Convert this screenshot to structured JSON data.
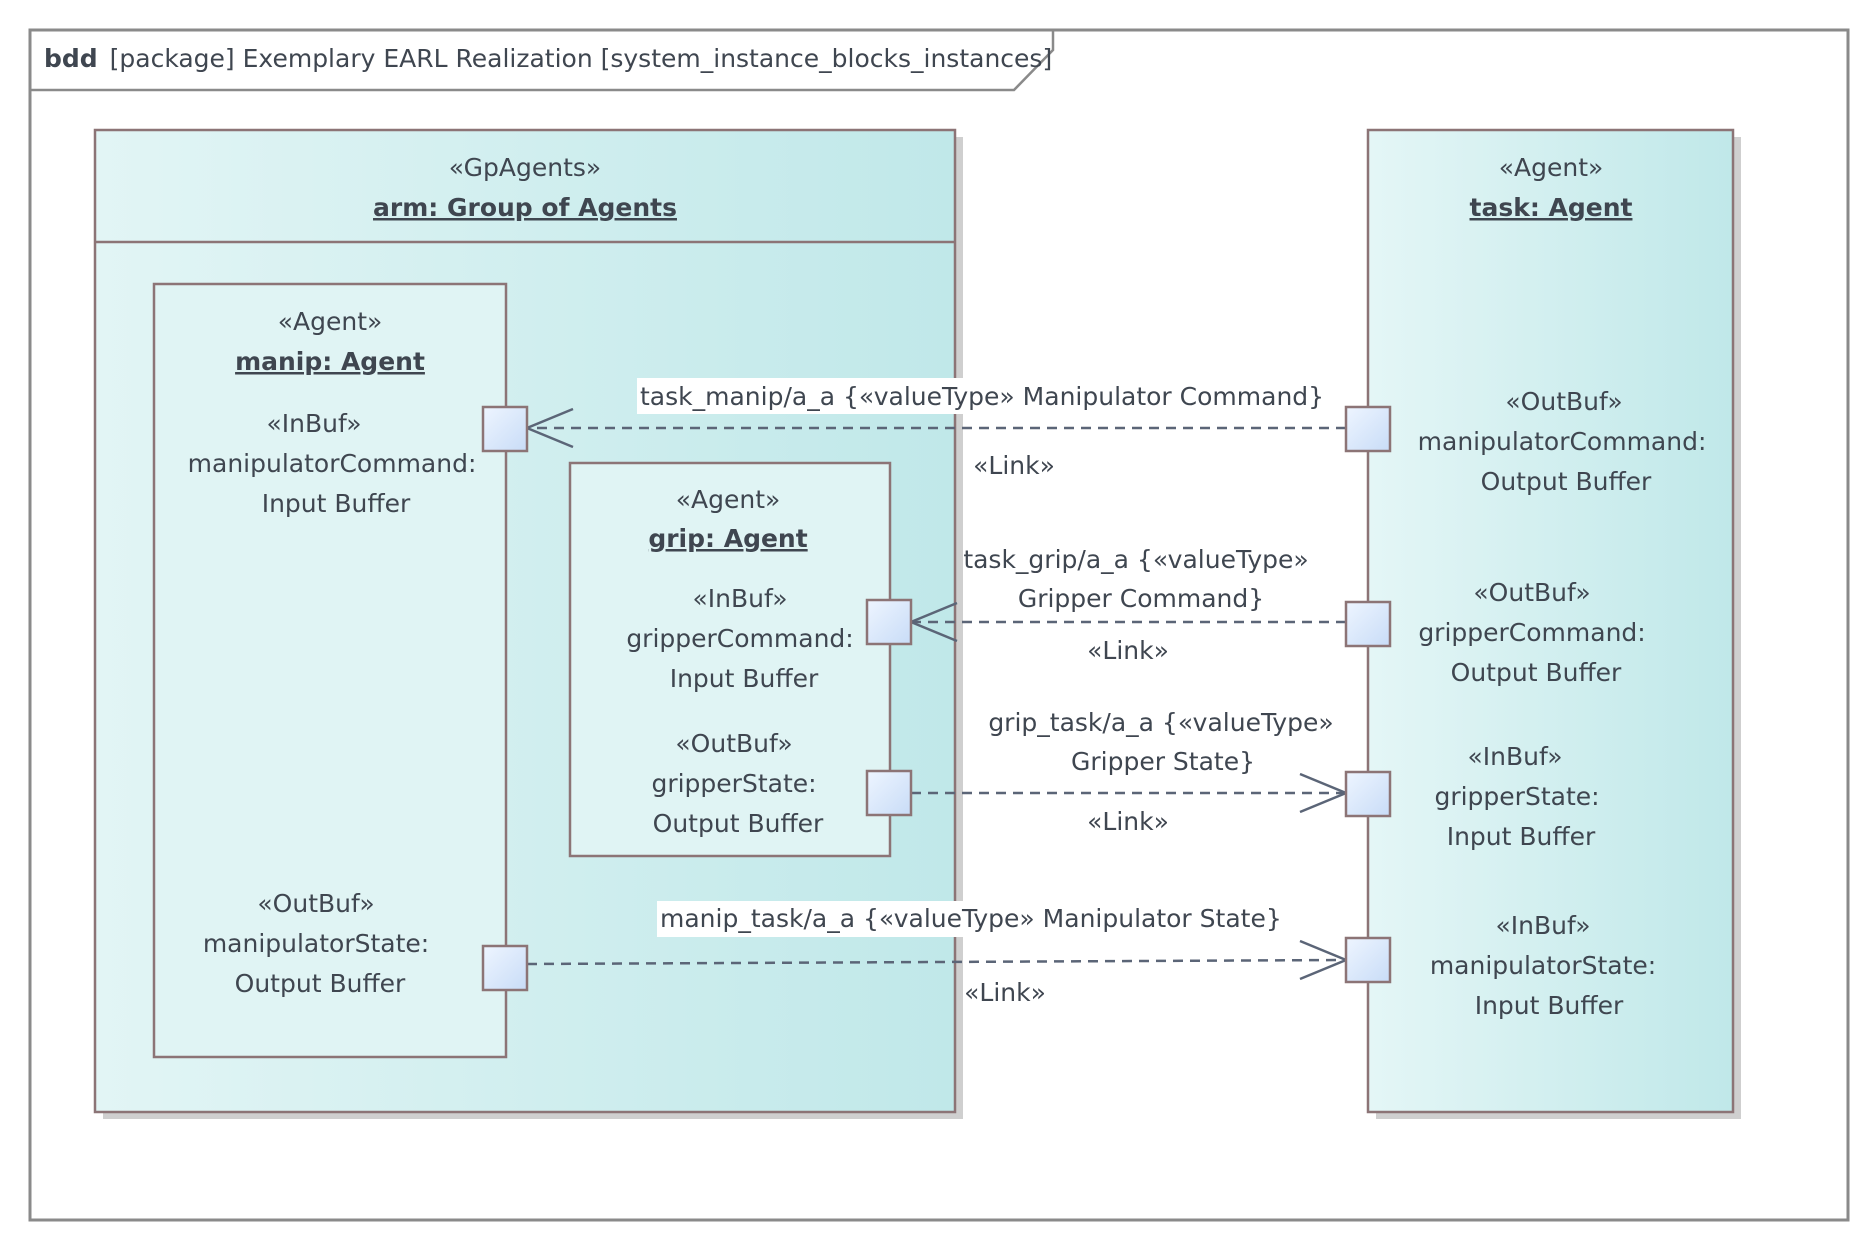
{
  "frame": {
    "keyword": "bdd",
    "header": "[package] Exemplary EARL Realization [system_instance_blocks_instances]"
  },
  "blocks": {
    "arm": {
      "stereotype": "«GpAgents»",
      "name": "arm: Group of Agents"
    },
    "task": {
      "stereotype": "«Agent»",
      "name": "task: Agent"
    },
    "manip": {
      "stereotype": "«Agent»",
      "name": "manip: Agent"
    },
    "grip": {
      "stereotype": "«Agent»",
      "name": "grip: Agent"
    }
  },
  "ports": {
    "manip_in": {
      "lines": [
        "«InBuf»",
        "manipulatorCommand:",
        "Input Buffer"
      ]
    },
    "manip_out": {
      "lines": [
        "«OutBuf»",
        "manipulatorState:",
        "Output Buffer"
      ]
    },
    "grip_in": {
      "lines": [
        "«InBuf»",
        "gripperCommand:",
        "Input Buffer"
      ]
    },
    "grip_out": {
      "lines": [
        "«OutBuf»",
        "gripperState:",
        "Output Buffer"
      ]
    },
    "task_out_manip": {
      "lines": [
        "«OutBuf»",
        "manipulatorCommand:",
        "Output Buffer"
      ]
    },
    "task_out_grip": {
      "lines": [
        "«OutBuf»",
        "gripperCommand:",
        "Output Buffer"
      ]
    },
    "task_in_grip": {
      "lines": [
        "«InBuf»",
        "gripperState:",
        "Input Buffer"
      ]
    },
    "task_in_manip": {
      "lines": [
        "«InBuf»",
        "manipulatorState:",
        "Input Buffer"
      ]
    }
  },
  "links": {
    "task_manip": {
      "name": "task_manip/a_a {«valueType» Manipulator Command}",
      "stereotype": "«Link»"
    },
    "task_grip": {
      "name_line1": "task_grip/a_a {«valueType»",
      "name_line2": "Gripper Command}",
      "stereotype": "«Link»"
    },
    "grip_task": {
      "name_line1": "grip_task/a_a {«valueType»",
      "name_line2": "Gripper State}",
      "stereotype": "«Link»"
    },
    "manip_task": {
      "name": "manip_task/a_a {«valueType» Manipulator State}",
      "stereotype": "«Link»"
    }
  },
  "colors": {
    "frame_border": "#8a8a8a",
    "block_border": "#8c7476",
    "block_fill_light": "#e2f5f5",
    "block_fill_dark": "#bfe8e9",
    "port_fill": "#d6e6fb",
    "connector": "#5b6577"
  }
}
